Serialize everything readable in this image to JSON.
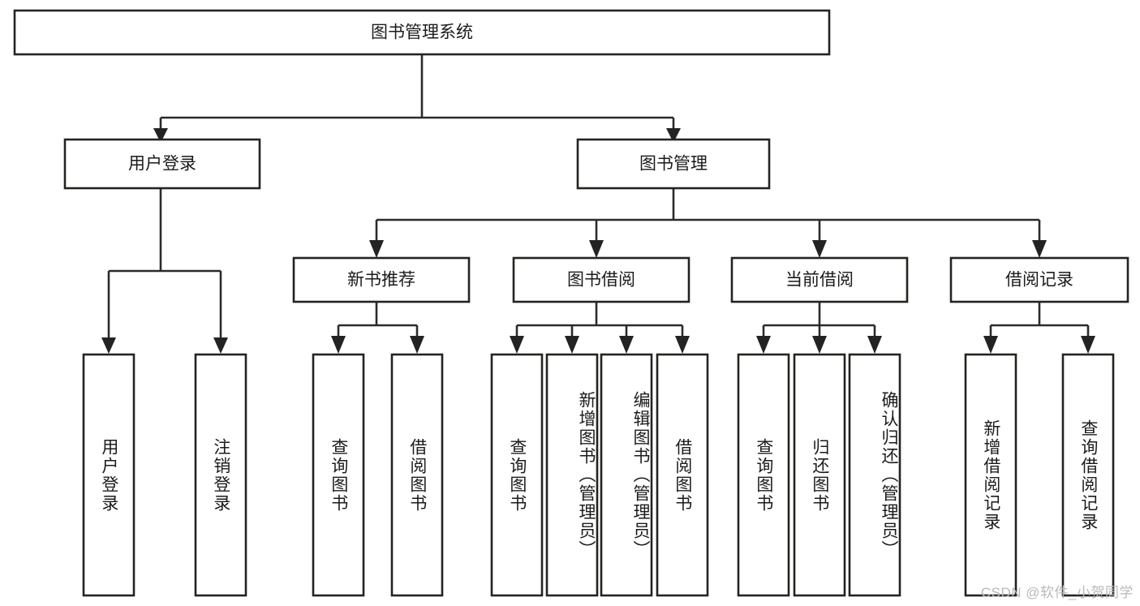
{
  "diagram": {
    "type": "hierarchy-tree",
    "title": "图书管理系统",
    "orientation": "top-down",
    "box_fill": "#ffffff",
    "box_stroke": "#23241f",
    "connector_color": "#2b2b2b",
    "text_color": "#1b1b1b",
    "levels": {
      "root": {
        "id": "root",
        "label": "图书管理系统",
        "text_direction": "horizontal"
      },
      "level1": [
        {
          "id": "user-login",
          "label": "用户登录",
          "text_direction": "horizontal"
        },
        {
          "id": "book-management",
          "label": "图书管理",
          "text_direction": "horizontal"
        }
      ],
      "level2": [
        {
          "id": "new-book-recommend",
          "label": "新书推荐",
          "text_direction": "horizontal",
          "parent": "book-management"
        },
        {
          "id": "book-borrow",
          "label": "图书借阅",
          "text_direction": "horizontal",
          "parent": "book-management"
        },
        {
          "id": "current-borrow",
          "label": "当前借阅",
          "text_direction": "horizontal",
          "parent": "book-management"
        },
        {
          "id": "borrow-record",
          "label": "借阅记录",
          "text_direction": "horizontal",
          "parent": "book-management"
        }
      ],
      "leaves": [
        {
          "id": "leaf-user-login",
          "label": "用户登录",
          "text_direction": "vertical",
          "parent": "user-login"
        },
        {
          "id": "leaf-user-logout",
          "label": "注销登录",
          "text_direction": "vertical",
          "parent": "user-login"
        },
        {
          "id": "leaf-query-book-1",
          "label": "查询图书",
          "text_direction": "vertical",
          "parent": "new-book-recommend"
        },
        {
          "id": "leaf-borrow-book-1",
          "label": "借阅图书",
          "text_direction": "vertical",
          "parent": "new-book-recommend"
        },
        {
          "id": "leaf-query-book-2",
          "label": "查询图书",
          "text_direction": "vertical",
          "parent": "book-borrow"
        },
        {
          "id": "leaf-add-book",
          "label": "新增图书（管理员）",
          "text_direction": "vertical",
          "parent": "book-borrow"
        },
        {
          "id": "leaf-edit-book",
          "label": "编辑图书（管理员）",
          "text_direction": "vertical",
          "parent": "book-borrow"
        },
        {
          "id": "leaf-borrow-book-2",
          "label": "借阅图书",
          "text_direction": "vertical",
          "parent": "book-borrow"
        },
        {
          "id": "leaf-query-book-3",
          "label": "查询图书",
          "text_direction": "vertical",
          "parent": "current-borrow"
        },
        {
          "id": "leaf-return-book",
          "label": "归还图书",
          "text_direction": "vertical",
          "parent": "current-borrow"
        },
        {
          "id": "leaf-confirm-return",
          "label": "确认归还（管理员）",
          "text_direction": "vertical",
          "parent": "current-borrow"
        },
        {
          "id": "leaf-add-record",
          "label": "新增借阅记录",
          "text_direction": "vertical",
          "parent": "borrow-record"
        },
        {
          "id": "leaf-query-record",
          "label": "查询借阅记录",
          "text_direction": "vertical",
          "parent": "borrow-record"
        }
      ]
    }
  },
  "watermark": {
    "text": "CSDN @软件_小贺同学"
  }
}
